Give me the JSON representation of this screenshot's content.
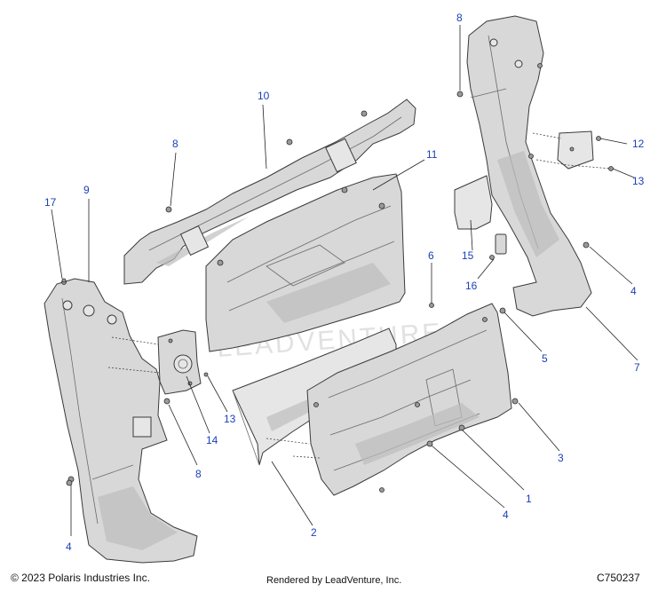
{
  "footer": {
    "copyright": "© 2023 Polaris Industries Inc.",
    "rendered_by": "Rendered by LeadVenture, Inc.",
    "drawing_id": "C750237"
  },
  "watermark": "LEADVENTURE",
  "callouts": [
    {
      "id": "c1",
      "label": "1"
    },
    {
      "id": "c2",
      "label": "2"
    },
    {
      "id": "c3",
      "label": "3"
    },
    {
      "id": "c4a",
      "label": "4"
    },
    {
      "id": "c4b",
      "label": "4"
    },
    {
      "id": "c4c",
      "label": "4"
    },
    {
      "id": "c5",
      "label": "5"
    },
    {
      "id": "c6",
      "label": "6"
    },
    {
      "id": "c7",
      "label": "7"
    },
    {
      "id": "c8a",
      "label": "8"
    },
    {
      "id": "c8b",
      "label": "8"
    },
    {
      "id": "c8c",
      "label": "8"
    },
    {
      "id": "c9",
      "label": "9"
    },
    {
      "id": "c10",
      "label": "10"
    },
    {
      "id": "c11",
      "label": "11"
    },
    {
      "id": "c12",
      "label": "12"
    },
    {
      "id": "c13a",
      "label": "13"
    },
    {
      "id": "c13b",
      "label": "13"
    },
    {
      "id": "c14",
      "label": "14"
    },
    {
      "id": "c15",
      "label": "15"
    },
    {
      "id": "c16",
      "label": "16"
    },
    {
      "id": "c17",
      "label": "17"
    }
  ],
  "colors": {
    "callout": "#1a3fb8",
    "part_fill": "#d8d8d8",
    "outline": "#3a3a3a"
  }
}
